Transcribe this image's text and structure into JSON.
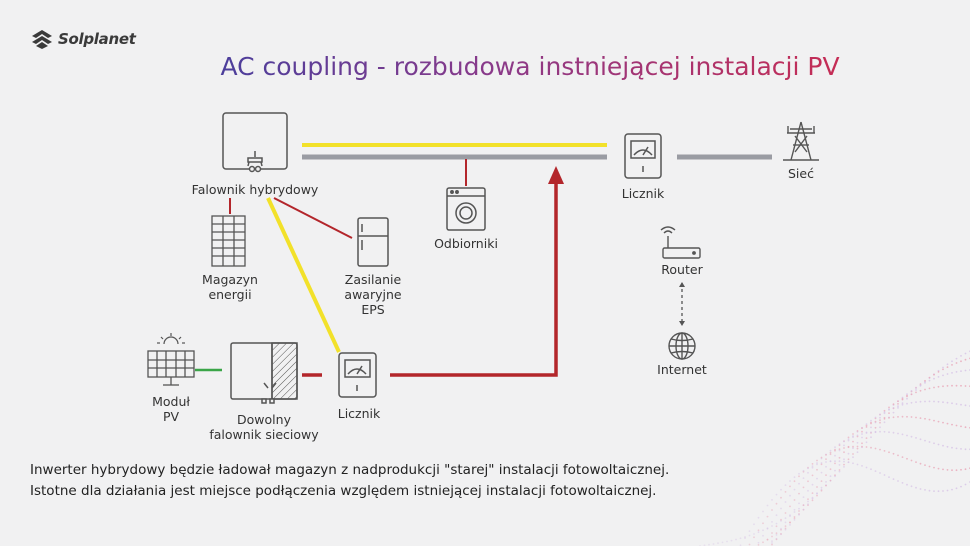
{
  "brand": {
    "name": "Solplanet"
  },
  "title": "AC coupling - rozbudowa instniejącej instalacji PV",
  "labels": {
    "hybrid_inverter": "Falownik hybrydowy",
    "storage": "Magazyn\nenergii",
    "eps": "Zasilanie\nawaryjne\nEPS",
    "loads": "Odbiorniki",
    "meter_top": "Licznik",
    "grid": "Sieć",
    "router": "Router",
    "internet": "Internet",
    "pv_module": "Moduł\nPV",
    "grid_inverter": "Dowolny\nfalownik sieciowy",
    "meter_bottom": "Licznik"
  },
  "footer": {
    "line1": "Inwerter hybrydowy będzie ładował magazyn z nadprodukcji \"starej\" instalacji fotowoltaicznej.",
    "line2": "Istotne dla działania jest miejsce podłączenia względem istniejącej instalacji fotowoltaicznej."
  },
  "colors": {
    "ac_line": "#f2e12a",
    "bus_line": "#9a9ca3",
    "link_line": "#b3262b",
    "pv_link": "#3aa548",
    "icon_stroke": "#555555"
  },
  "icons": [
    "solplanet-logo-icon",
    "hybrid-inverter-icon",
    "battery-icon",
    "fridge-icon",
    "washing-machine-icon",
    "meter-icon",
    "pylon-icon",
    "router-icon",
    "globe-icon",
    "solar-panel-icon",
    "sun-icon",
    "grid-inverter-icon",
    "arrow-up-icon"
  ]
}
